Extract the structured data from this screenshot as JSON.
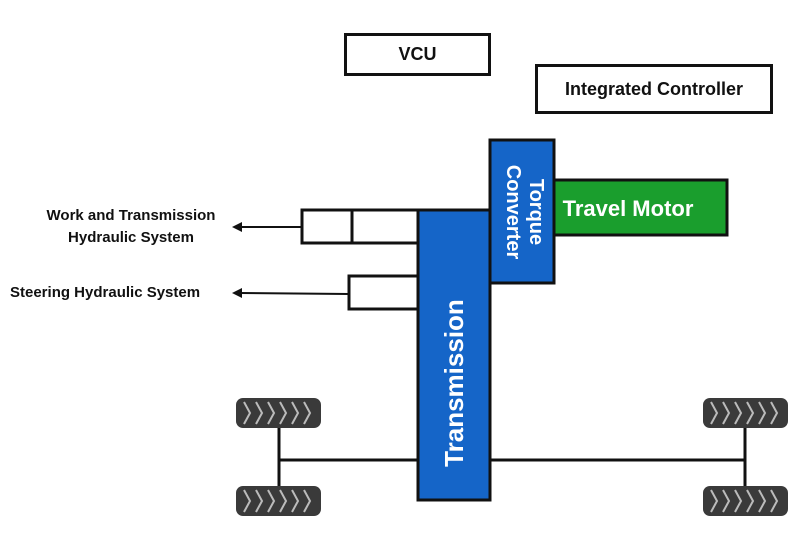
{
  "labels": {
    "vcu": "VCU",
    "integrated_controller": "Integrated Controller",
    "torque_converter_line1": "Torque",
    "torque_converter_line2": "Converter",
    "travel_motor": "Travel Motor",
    "transmission": "Transmission",
    "work_hydraulic_line1": "Work and Transmission",
    "work_hydraulic_line2": "Hydraulic System",
    "steering_hydraulic": "Steering Hydraulic System"
  },
  "colors": {
    "blue": "#1565c8",
    "green": "#1a9e2d",
    "stroke": "#111111",
    "tire": "#3a3a3a"
  },
  "icons": [
    "arrow-left-icon",
    "tire-icon"
  ]
}
